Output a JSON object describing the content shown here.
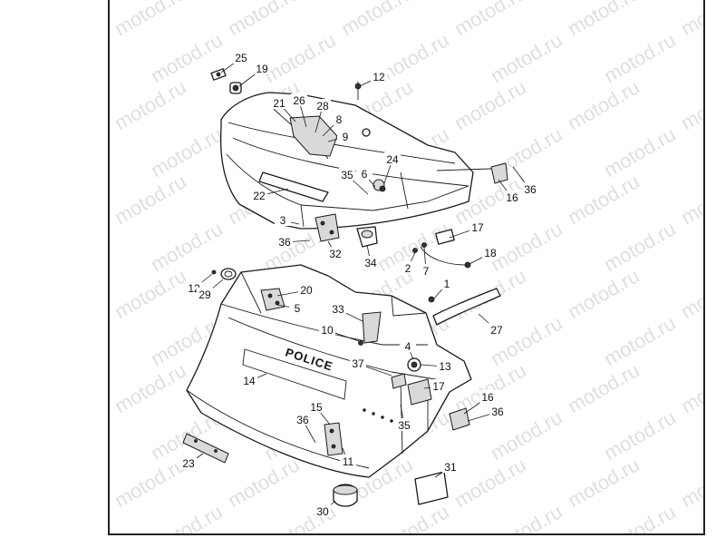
{
  "watermark": "motod.ru",
  "badge_text": "POLICE",
  "callouts": [
    "25",
    "19",
    "12",
    "21",
    "26",
    "28",
    "8",
    "9",
    "24",
    "6",
    "35",
    "16",
    "36",
    "22",
    "3",
    "36",
    "32",
    "34",
    "17",
    "2",
    "7",
    "18",
    "1",
    "12",
    "29",
    "20",
    "5",
    "33",
    "10",
    "27",
    "4",
    "37",
    "13",
    "14",
    "17",
    "16",
    "36",
    "15",
    "36",
    "35",
    "11",
    "23",
    "31",
    "30"
  ]
}
